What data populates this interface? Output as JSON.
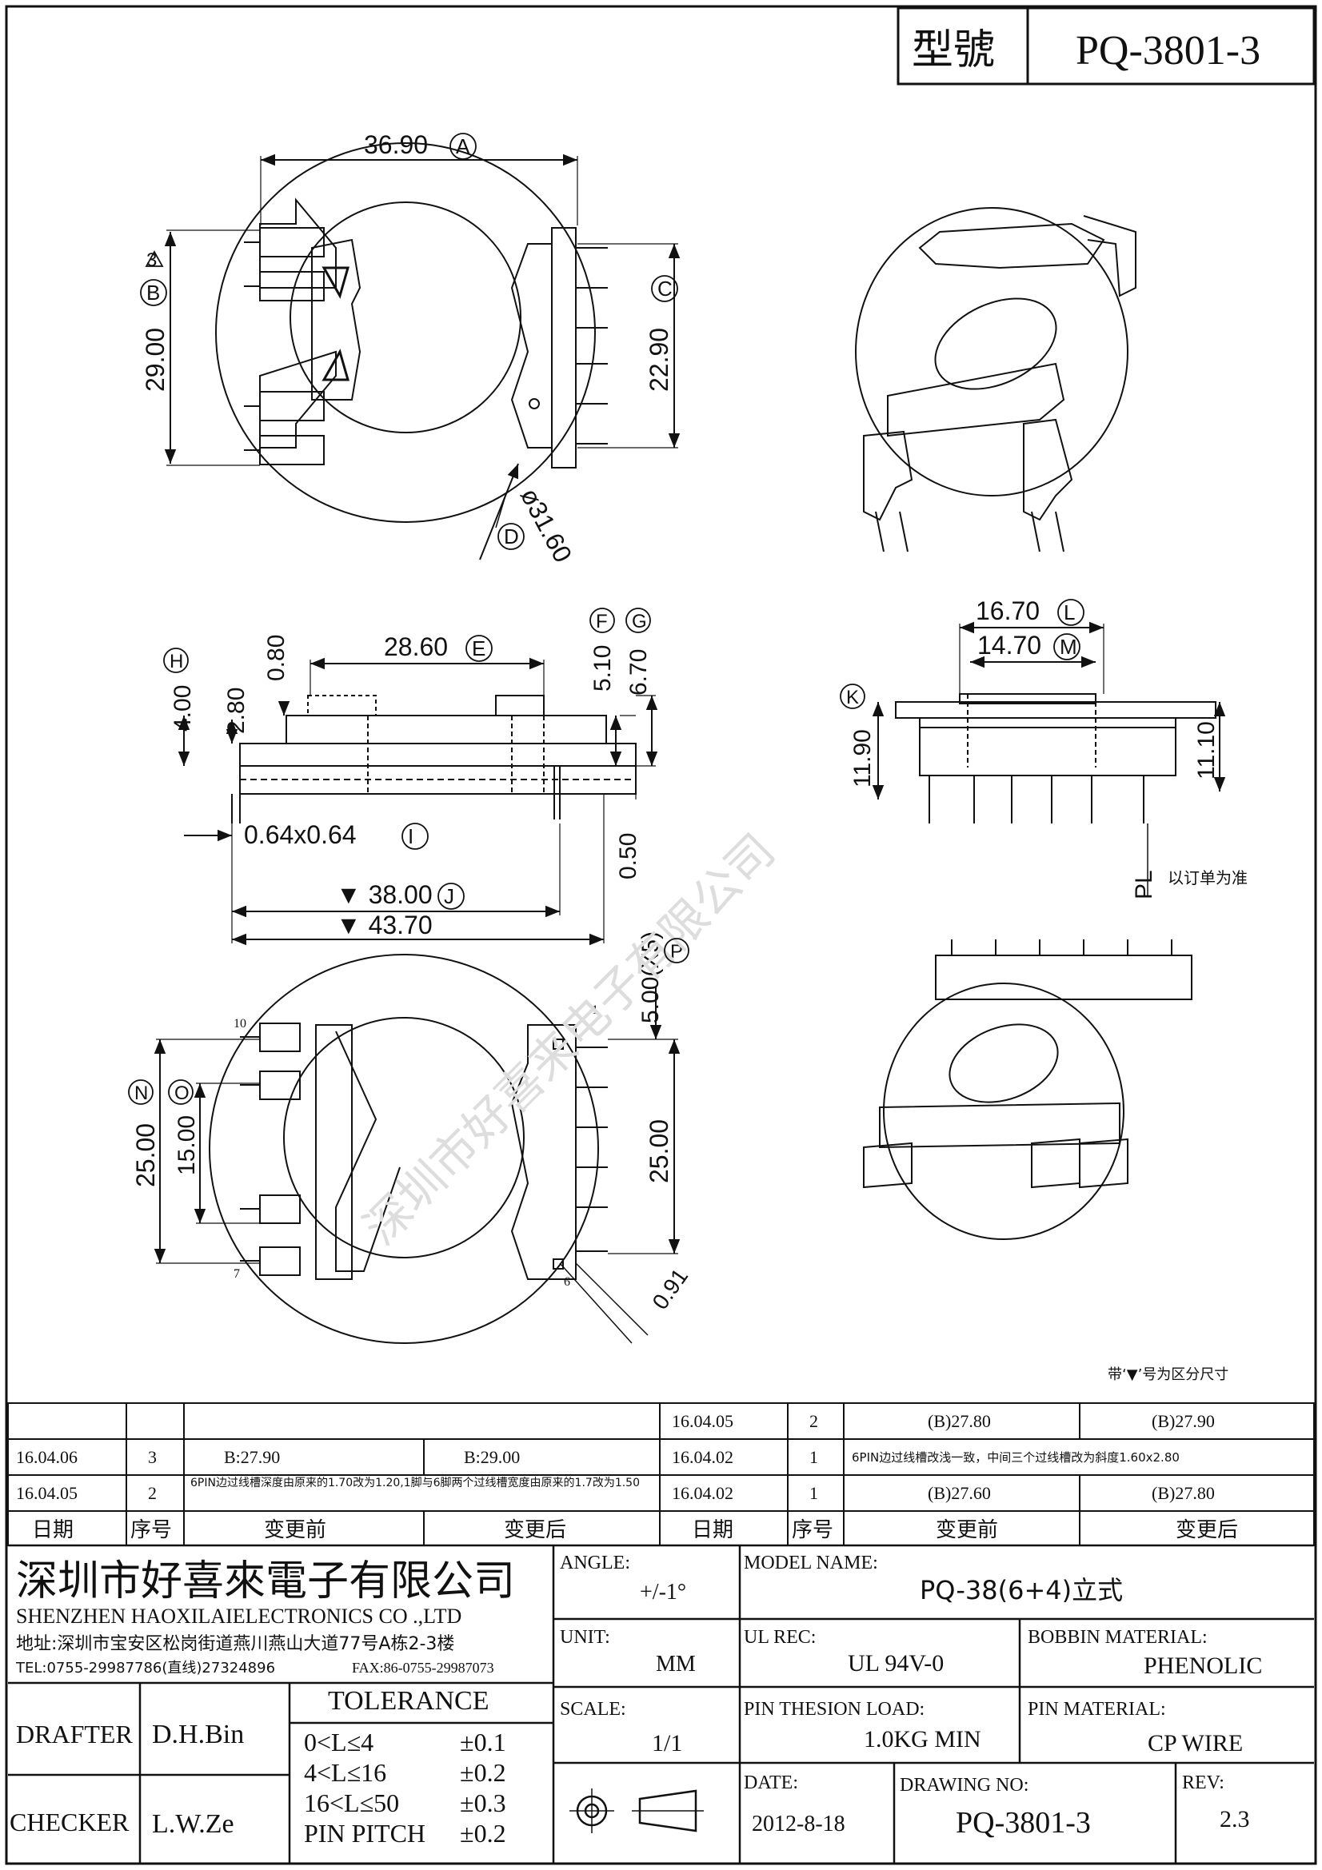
{
  "header": {
    "model_label": "型號",
    "model_value": "PQ-3801-3"
  },
  "top_view": {
    "dim_width": "36.90",
    "dim_width_tag": "A",
    "dim_height": "29.00",
    "dim_height_tag": "B",
    "rev_mark": "3",
    "dim_inner": "22.90",
    "dim_inner_tag": "C",
    "dim_diameter": "ø31.60",
    "dim_diameter_tag": "D"
  },
  "side_view": {
    "dim_e": "28.60",
    "dim_e_tag": "E",
    "dim_f": "5.10",
    "dim_f_tag": "F",
    "dim_g": "6.70",
    "dim_g_tag": "G",
    "dim_h": "4.00",
    "dim_h_tag": "H",
    "dim_a": "0.80",
    "dim_b": "2.80",
    "dim_pin": "0.64x0.64",
    "dim_pin_tag": "I",
    "dim_j": "▼ 38.00",
    "dim_j_tag": "J",
    "dim_total": "▼ 43.70",
    "dim_c": "0.50"
  },
  "end_view": {
    "dim_l": "16.70",
    "dim_l_tag": "L",
    "dim_m": "14.70",
    "dim_m_tag": "M",
    "dim_k": "11.90",
    "dim_k_tag": "K",
    "dim_right": "11.10",
    "pl_label": "PL",
    "pl_note": "以订单为准"
  },
  "bottom_view": {
    "pitch": "5.00(X5)",
    "pitch_tag": "P",
    "dim_n": "25.00",
    "dim_n_tag": "N",
    "dim_o": "15.00",
    "dim_o_tag": "O",
    "dim_right": "25.00",
    "dim_diag": "0.91",
    "pin_labels": [
      "10",
      "7",
      "1",
      "6"
    ]
  },
  "watermark": "深圳市好喜来电子有限公司",
  "note_mark": "带‘▼’号为区分尺寸",
  "revisions": {
    "left": [
      {
        "date": "",
        "seq": "",
        "before": "",
        "after": ""
      },
      {
        "date": "16.04.06",
        "seq": "3",
        "before": "B:27.90",
        "after": "B:29.00"
      },
      {
        "date": "16.04.05",
        "seq": "2",
        "before": "6PIN边过线槽深度由原来的1.70改为1.20,1脚与6脚两个过线槽宽度由原来的1.7改为1.50",
        "after": ""
      }
    ],
    "right": [
      {
        "date": "16.04.05",
        "seq": "2",
        "before": "(B)27.80",
        "after": "(B)27.90"
      },
      {
        "date": "16.04.02",
        "seq": "1",
        "before": "6PIN边过线槽改浅一致，中间三个过线槽改为斜度1.60x2.80",
        "after": ""
      },
      {
        "date": "16.04.02",
        "seq": "1",
        "before": "(B)27.60",
        "after": "(B)27.80"
      }
    ],
    "headers": {
      "date": "日期",
      "seq": "序号",
      "before": "变更前",
      "after": "变更后"
    }
  },
  "company": {
    "name_cn": "深圳市好喜來電子有限公司",
    "name_en": "SHENZHEN HAOXILAIELECTRONICS CO .,LTD",
    "address": "地址:深圳市宝安区松岗街道燕川燕山大道77号A栋2-3楼",
    "tel": "TEL:0755-29987786(直线)27324896",
    "fax": "FAX:86-0755-29987073"
  },
  "title_block": {
    "angle_label": "ANGLE:",
    "angle_value": "+/-1°",
    "model_name_label": "MODEL NAME:",
    "model_name_value": "PQ-38(6+4)立式",
    "unit_label": "UNIT:",
    "unit_value": "MM",
    "ul_label": "UL REC:",
    "ul_value": "UL 94V-0",
    "bobbin_label": "BOBBIN MATERIAL:",
    "bobbin_value": "PHENOLIC",
    "scale_label": "SCALE:",
    "scale_value": "1/1",
    "pin_load_label": "PIN THESION LOAD:",
    "pin_load_value": "1.0KG MIN",
    "pin_mat_label": "PIN MATERIAL:",
    "pin_mat_value": "CP   WIRE",
    "date_label": "DATE:",
    "date_value": "2012-8-18",
    "drawing_label": "DRAWING NO:",
    "drawing_value": "PQ-3801-3",
    "rev_label": "REV:",
    "rev_value": "2.3",
    "drafter_label": "DRAFTER",
    "drafter_value": "D.H.Bin",
    "checker_label": "CHECKER",
    "checker_value": "L.W.Ze",
    "tolerance_title": "TOLERANCE",
    "tolerances": [
      {
        "range": "0<L≤4",
        "value": "±0.1"
      },
      {
        "range": "4<L≤16",
        "value": "±0.2"
      },
      {
        "range": "16<L≤50",
        "value": "±0.3"
      },
      {
        "range": "PIN PITCH",
        "value": "±0.2"
      }
    ]
  }
}
